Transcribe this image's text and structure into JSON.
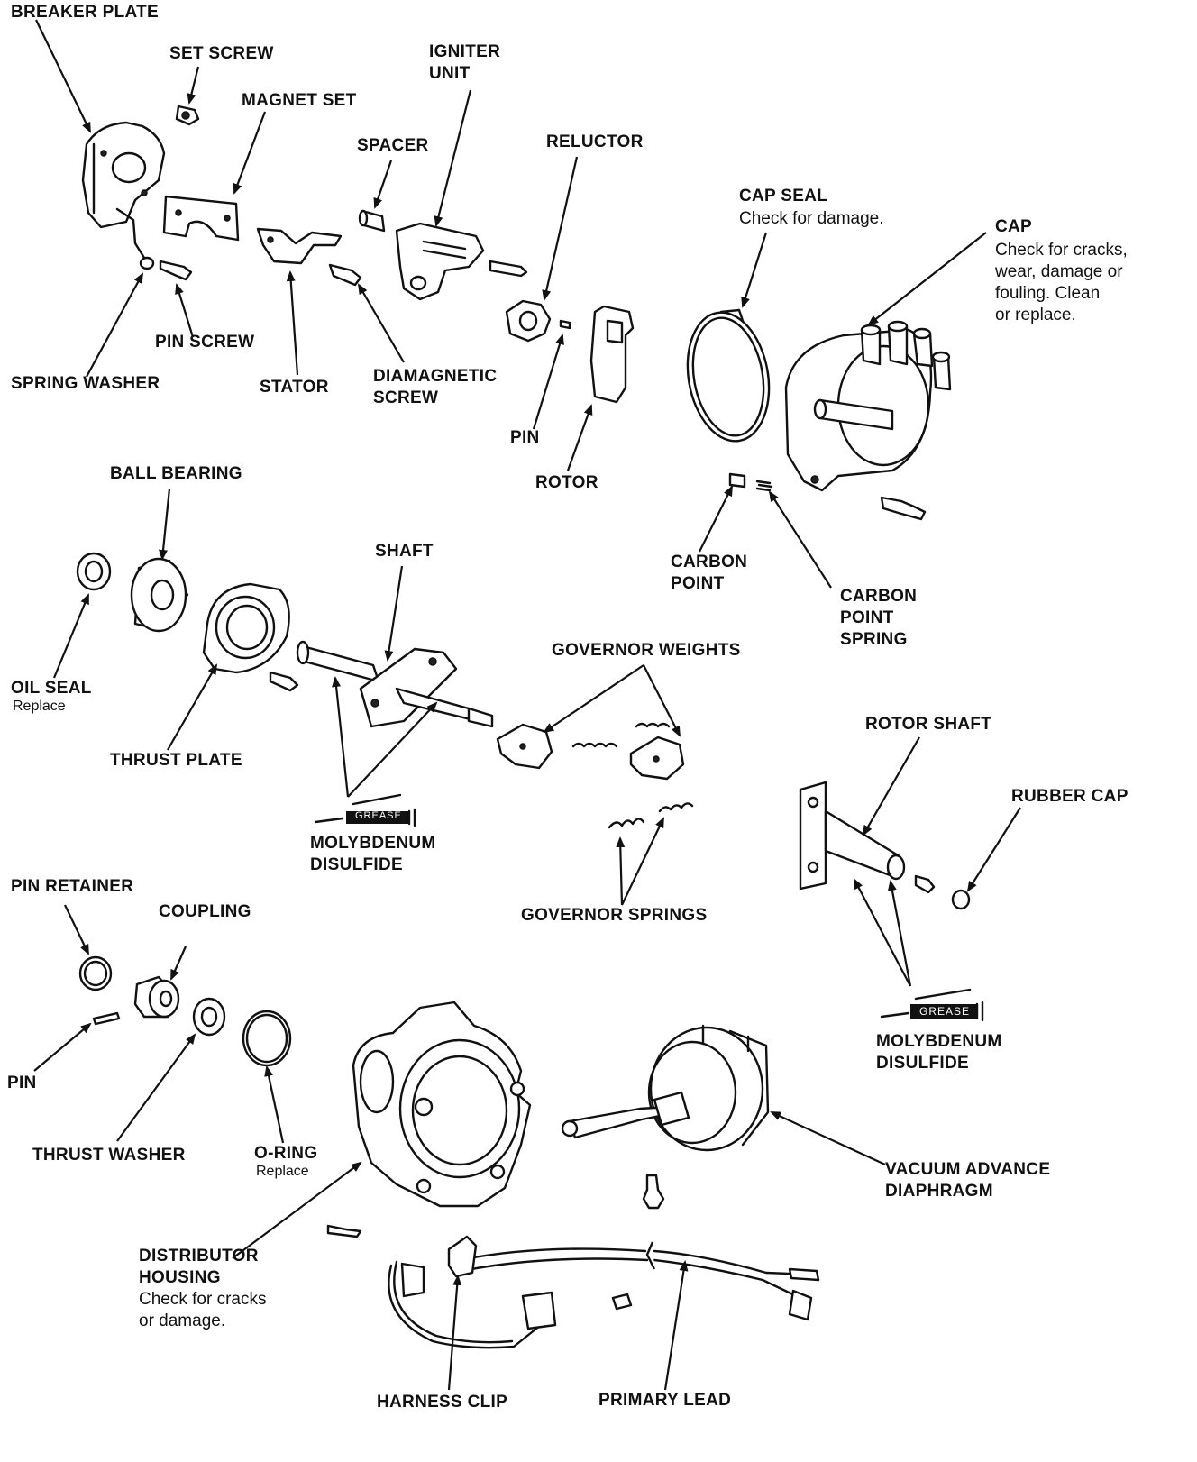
{
  "labels": {
    "breaker_plate": "BREAKER PLATE",
    "set_screw": "SET SCREW",
    "magnet_set": "MAGNET SET",
    "igniter_unit_1": "IGNITER",
    "igniter_unit_2": "UNIT",
    "spacer": "SPACER",
    "reluctor": "RELUCTOR",
    "cap_seal": "CAP SEAL",
    "cap_seal_note": "Check for damage.",
    "cap": "CAP",
    "cap_note_1": "Check for cracks,",
    "cap_note_2": "wear, damage or",
    "cap_note_3": "fouling. Clean",
    "cap_note_4": "or replace.",
    "pin_screw": "PIN SCREW",
    "spring_washer": "SPRING WASHER",
    "stator": "STATOR",
    "diamagnetic_screw_1": "DIAMAGNETIC",
    "diamagnetic_screw_2": "SCREW",
    "pin_top": "PIN",
    "rotor": "ROTOR",
    "carbon_point_1": "CARBON",
    "carbon_point_2": "POINT",
    "carbon_point_spring_1": "CARBON",
    "carbon_point_spring_2": "POINT",
    "carbon_point_spring_3": "SPRING",
    "ball_bearing": "BALL BEARING",
    "shaft": "SHAFT",
    "governor_weights": "GOVERNOR WEIGHTS",
    "oil_seal": "OIL SEAL",
    "oil_seal_note": "Replace",
    "thrust_plate": "THRUST PLATE",
    "rotor_shaft": "ROTOR SHAFT",
    "rubber_cap": "RUBBER CAP",
    "grease": "GREASE",
    "moly_1": "MOLYBDENUM",
    "moly_2": "DISULFIDE",
    "governor_springs": "GOVERNOR SPRINGS",
    "pin_retainer": "PIN RETAINER",
    "coupling": "COUPLING",
    "pin_bottom": "PIN",
    "thrust_washer": "THRUST WASHER",
    "o_ring": "O-RING",
    "o_ring_note": "Replace",
    "vacuum_1": "VACUUM ADVANCE",
    "vacuum_2": "DIAPHRAGM",
    "housing_1": "DISTRIBUTOR",
    "housing_2": "HOUSING",
    "housing_note_1": "Check for cracks",
    "housing_note_2": "or damage.",
    "harness_clip": "HARNESS CLIP",
    "primary_lead": "PRIMARY LEAD"
  }
}
